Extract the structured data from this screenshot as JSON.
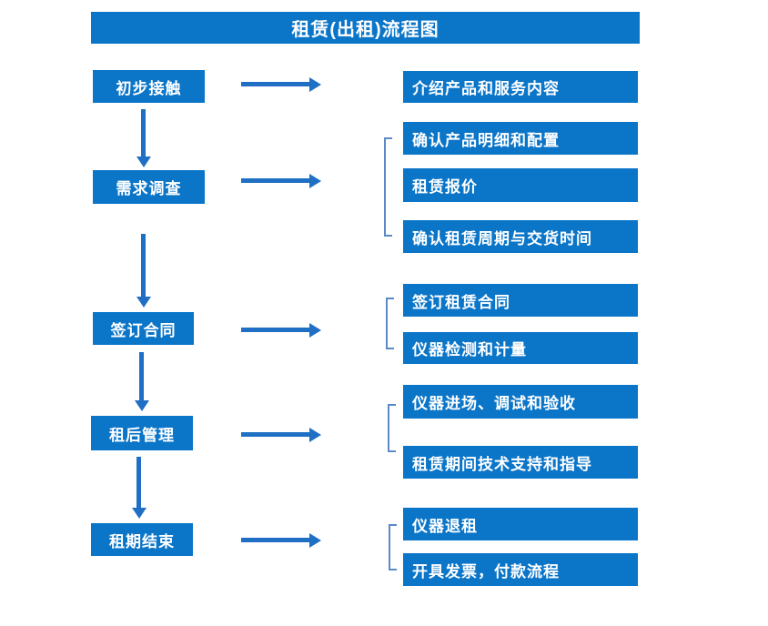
{
  "title": "租赁(出租)流程图",
  "flow": {
    "rows": [
      {
        "step": "初步接触",
        "details": [
          "介绍产品和服务内容"
        ]
      },
      {
        "step": "需求调查",
        "details": [
          "确认产品明细和配置",
          "租赁报价",
          "确认租赁周期与交货时间"
        ]
      },
      {
        "step": "签订合同",
        "details": [
          "签订租赁合同",
          "仪器检测和计量"
        ]
      },
      {
        "step": "租后管理",
        "details": [
          "仪器进场、调试和验收",
          "租赁期间技术支持和指导"
        ]
      },
      {
        "step": "租期结束",
        "details": [
          "仪器退租",
          "开具发票，付款流程"
        ]
      }
    ]
  },
  "colors": {
    "box_fill": "#0b75c8",
    "arrow": "#1f6fc4",
    "bracket_line": "#5b8ac6",
    "text": "#ffffff"
  }
}
